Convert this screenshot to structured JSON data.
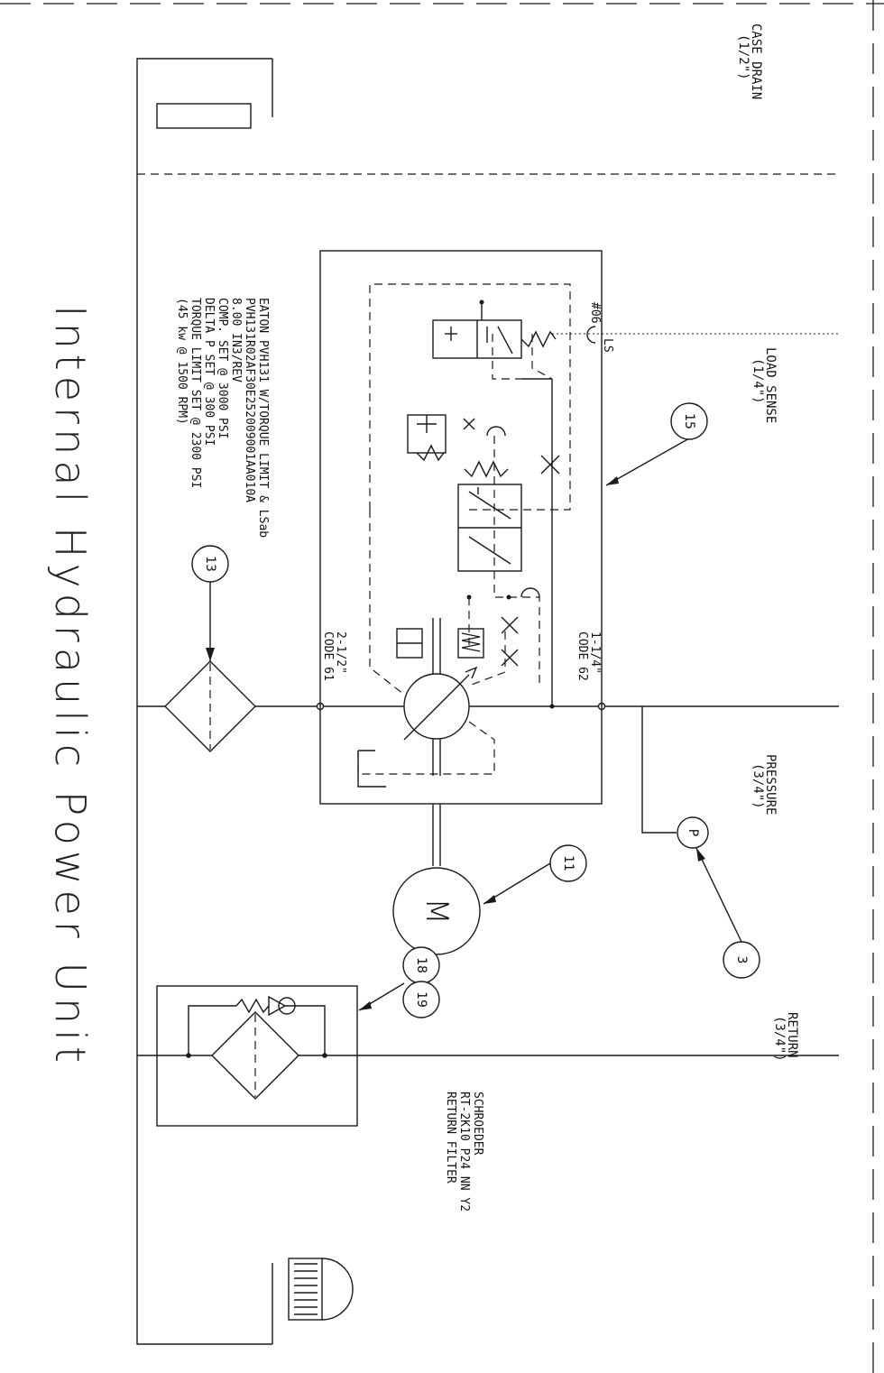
{
  "title": "Internal Hydraulic Power Unit",
  "ports": {
    "case_drain": [
      "CASE DRAIN",
      "(1/2\")"
    ],
    "load_sense": [
      "LOAD SENSE",
      "(1/4\")"
    ],
    "pressure": [
      "PRESSURE",
      "(3/4\")"
    ],
    "return": [
      "RETURN",
      "(3/4\")"
    ]
  },
  "pump_spec": [
    "EATON PVH131 W/TORQUE LIMIT & LSab",
    "PVH131R02AF30E252009001AA010A",
    "8.00 IN3/REV",
    "COMP. SET @ 3000 PSI",
    "DELTA P SET @ 300 PSI",
    "TORQUE LIMIT SET @ 2300 PSI",
    "(45 kw @ 1500 RPM)"
  ],
  "filter_spec": [
    "SCHROEDER",
    "RT-2K10 P24 NN Y2",
    "RETURN FILTER"
  ],
  "connections": {
    "inlet": [
      "2-1/2\"",
      "CODE 61"
    ],
    "outlet": [
      "1-1/4\"",
      "CODE 62"
    ],
    "ls_port": [
      "#06",
      "LS"
    ]
  },
  "callouts": [
    "15",
    "13",
    "11",
    "3",
    "18",
    "19"
  ],
  "gauge_symbol": "P",
  "motor_symbol": "M"
}
